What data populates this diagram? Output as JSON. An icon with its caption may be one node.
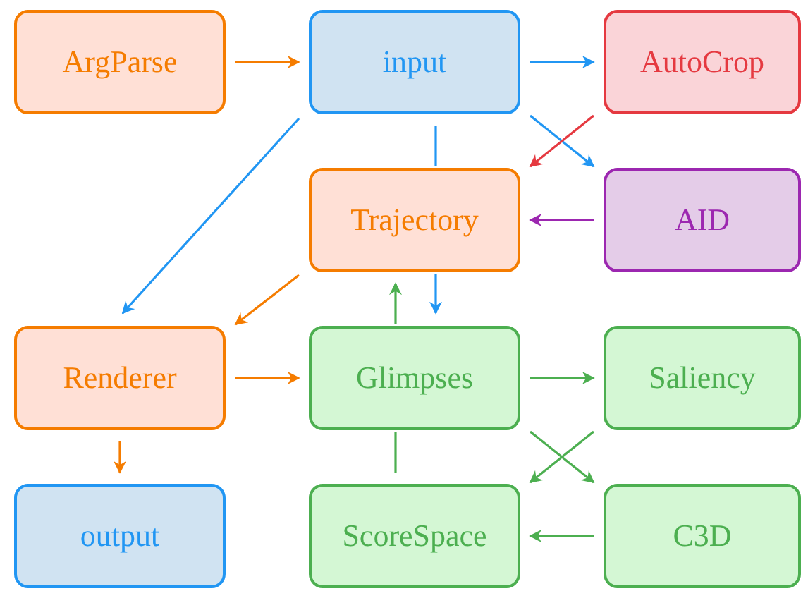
{
  "diagram": {
    "nodes": [
      {
        "text": [
          "ArgParse"
        ]
      },
      {
        "text": [
          "input"
        ]
      },
      {
        "text": [
          "AutoCrop"
        ]
      },
      {
        "text": [
          "Trajectory"
        ]
      },
      {
        "text": [
          "AID"
        ]
      },
      {
        "text": [
          "Renderer"
        ]
      },
      {
        "text": [
          "Glimpses"
        ]
      },
      {
        "text": [
          "Saliency"
        ]
      },
      {
        "text": [
          "output"
        ]
      },
      {
        "text": [
          "ScoreSpace"
        ]
      },
      {
        "text": [
          "C3D"
        ]
      }
    ],
    "edges": [
      {
        "from": 0,
        "to": 1,
        "arrow": "to",
        "color": "#f57c00"
      },
      {
        "from": 1,
        "to": 2,
        "arrow": "to",
        "color": "#2196f3"
      },
      {
        "from": 1,
        "to": 4,
        "arrow": "to",
        "color": "#2196f3"
      },
      {
        "from": 2,
        "to": 3,
        "arrow": "to",
        "color": "#e53940"
      },
      {
        "from": 4,
        "to": 3,
        "arrow": "to",
        "color": "#9c27b0"
      },
      {
        "from": 1,
        "to": 5,
        "arrow": "to",
        "color": "#2196f3"
      },
      {
        "from": 1,
        "to": 3,
        "arrow": "none",
        "color": "#2196f3"
      },
      {
        "from": 3,
        "to": 5,
        "arrow": "to",
        "color": "#f57c00"
      },
      {
        "from": 5,
        "to": 6,
        "arrow": "to",
        "color": "#f57c00"
      },
      {
        "from": 5,
        "to": 8,
        "arrow": "to",
        "color": "#f57c00"
      },
      {
        "from": 6,
        "to": 7,
        "arrow": "to"
      },
      {
        "from": 6,
        "to": 10,
        "arrow": "to"
      },
      {
        "from": 7,
        "to": 9,
        "arrow": "to"
      },
      {
        "from": 10,
        "to": 9,
        "arrow": "to"
      },
      {
        "from": 9,
        "to": 6,
        "arrow": "none"
      },
      {
        "from": 3,
        "to": 6,
        "arrow": "to",
        "color": "#2196f3"
      },
      {
        "from": 6,
        "to": 3,
        "arrow": "to"
      }
    ]
  }
}
